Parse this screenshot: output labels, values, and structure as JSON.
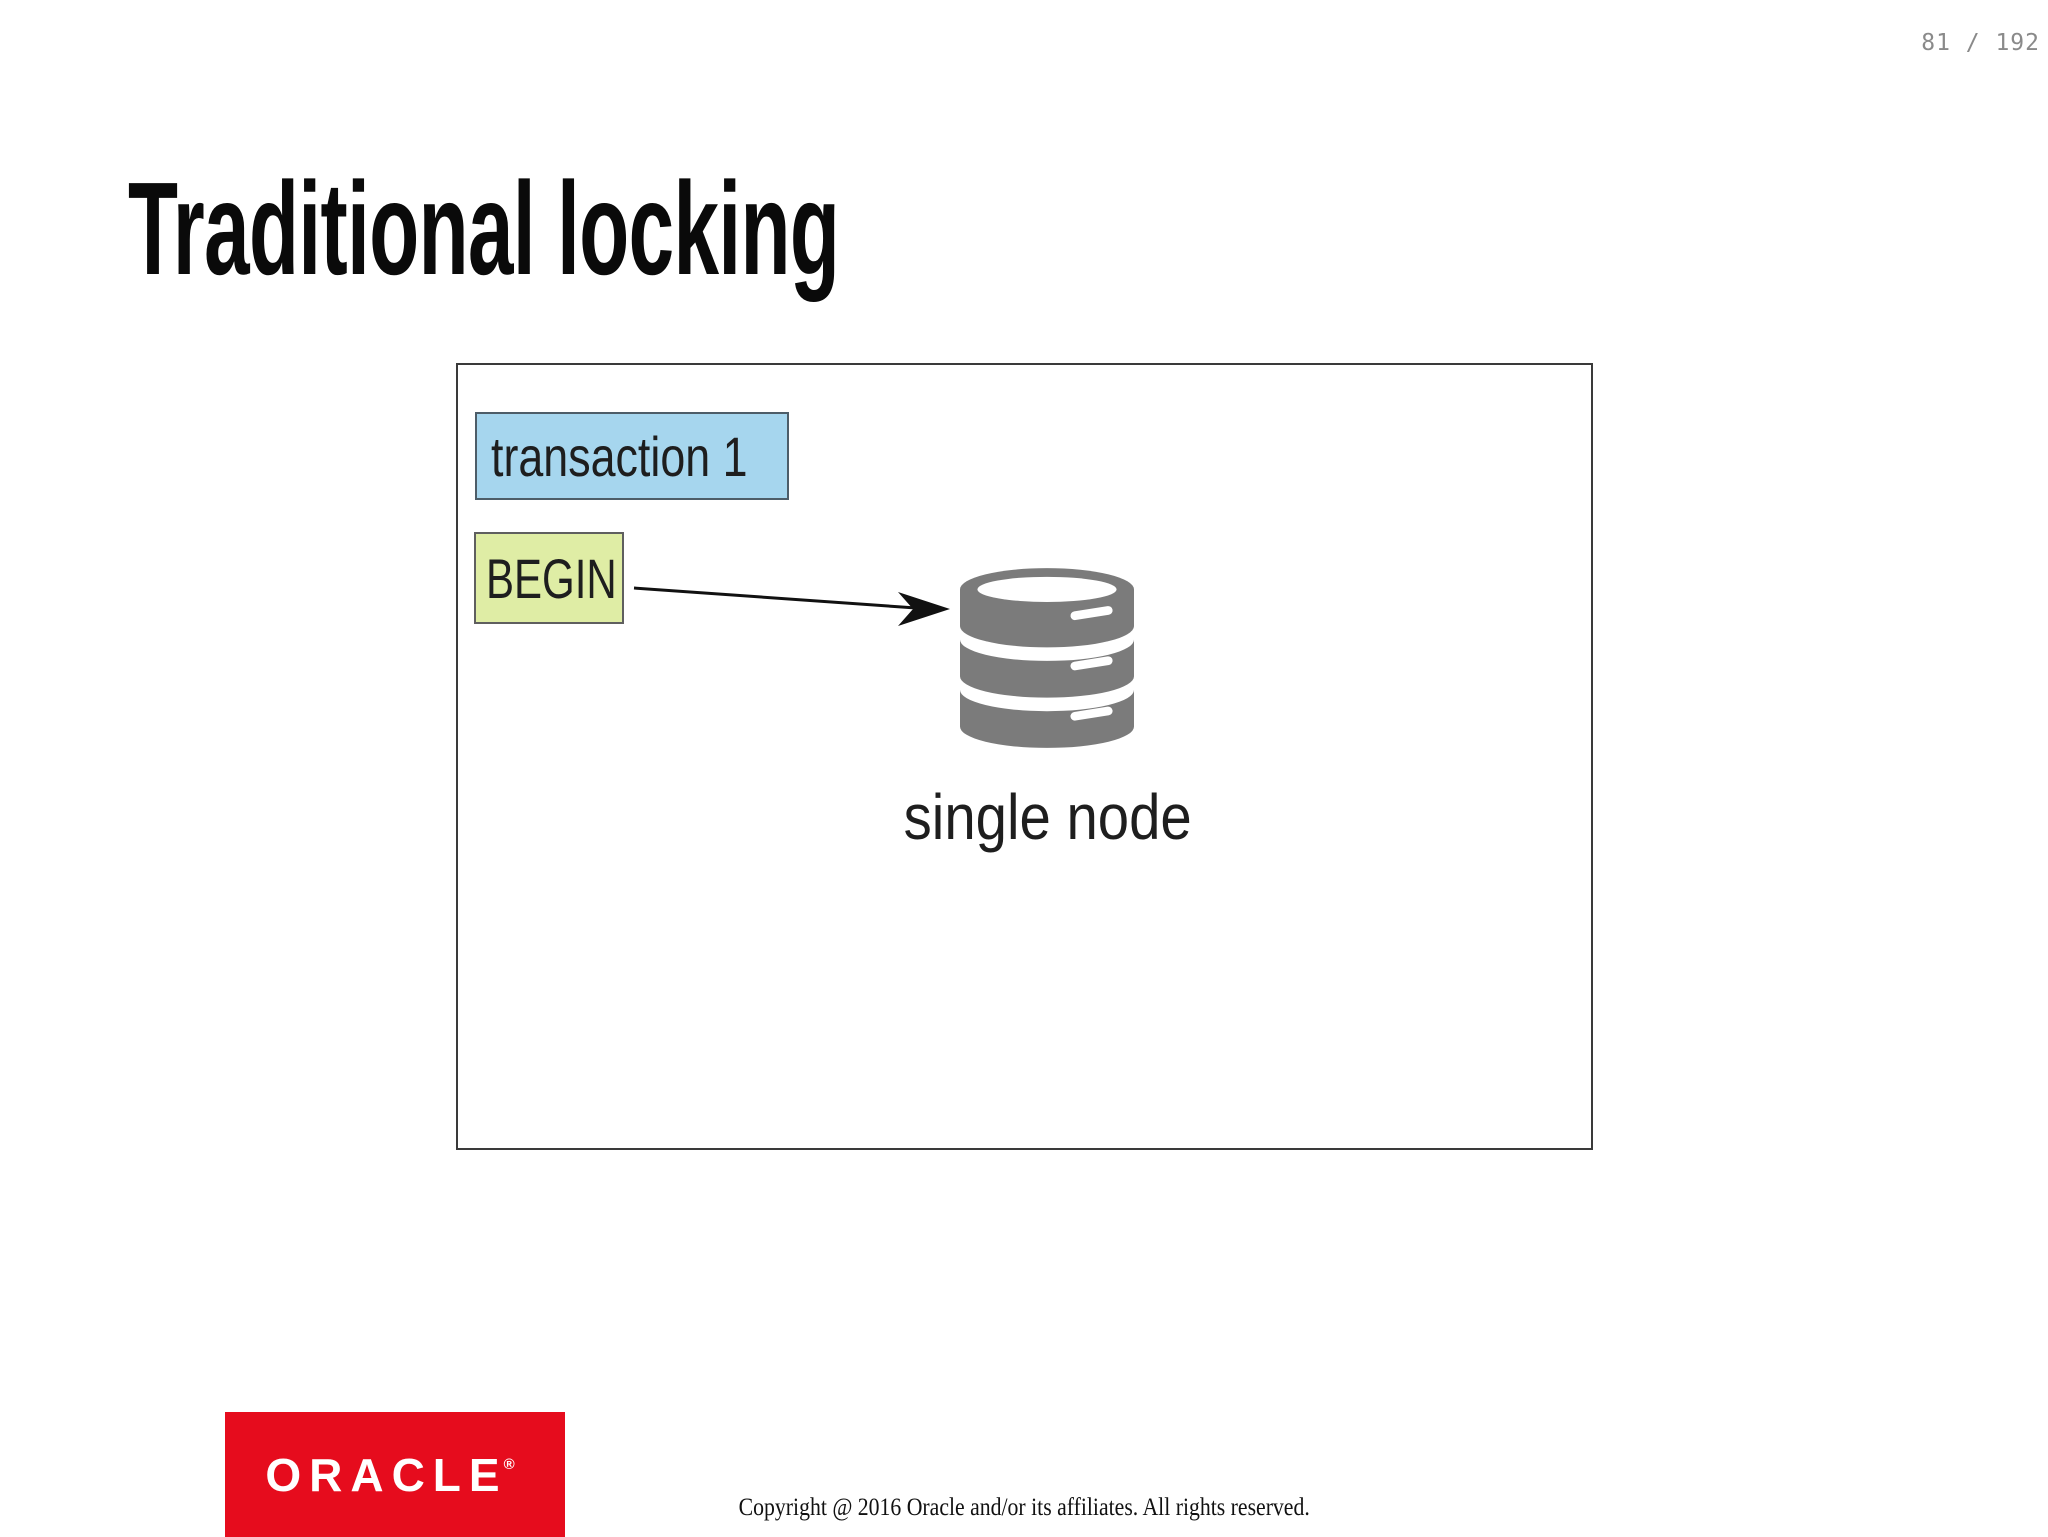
{
  "colors": {
    "page-number": "#8a8a8a",
    "title-text": "#0a0a0a",
    "frame-border": "#3a3a3a",
    "transaction-fill": "#a6d6ee",
    "transaction-border": "#4d5d68",
    "begin-fill": "#dfeda5",
    "begin-border": "#5f5f5f",
    "database-gray": "#7b7b7b",
    "arrow-color": "#111111",
    "oracle-red": "#e60c1d",
    "label-text": "#1e1e1e",
    "copyright-text": "#111111"
  },
  "header": {
    "page_indicator": "81 / 192"
  },
  "slide": {
    "title": "Traditional locking"
  },
  "diagram": {
    "transaction_box": "transaction 1",
    "begin_box": "BEGIN",
    "node_label": "single node"
  },
  "footer": {
    "logo_text": "ORACLE",
    "logo_mark": "®",
    "copyright": "Copyright @ 2016 Oracle and/or its affiliates. All rights reserved."
  }
}
